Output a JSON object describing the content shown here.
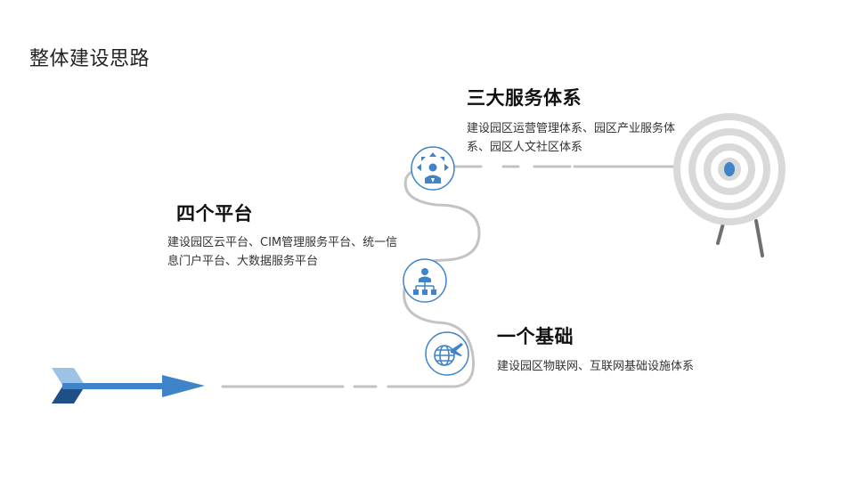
{
  "page": {
    "title": "整体建设思路"
  },
  "steps": [
    {
      "heading": "三大服务体系",
      "description": "建设园区运营管理体系、园区产业服务体系、园区人文社区体系",
      "icon": "person-arrows-icon"
    },
    {
      "heading": "四个平台",
      "description": "建设园区云平台、CIM管理服务平台、统一信息门户平台、大数据服务平台",
      "icon": "org-chart-icon"
    },
    {
      "heading": "一个基础",
      "description": "建设园区物联网、互联网基础设施体系",
      "icon": "globe-plane-icon"
    }
  ],
  "colors": {
    "accent_blue": "#3f83c9",
    "dark_blue": "#1f4f86",
    "light_blue": "#9cc3e6",
    "path_gray": "#c3c3c3",
    "target_gray": "#d9d9d9"
  }
}
